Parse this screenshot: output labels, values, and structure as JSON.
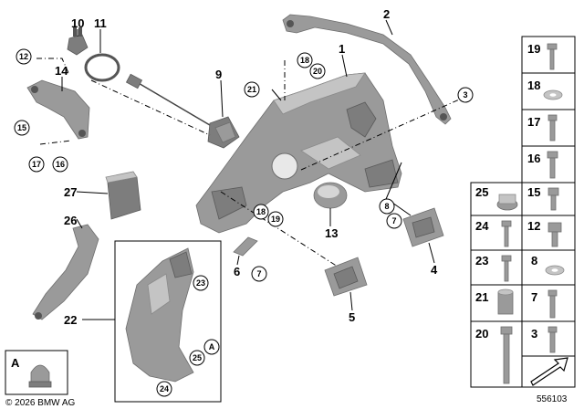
{
  "labels": {
    "p1": "1",
    "p2": "2",
    "p3": "3",
    "p4": "4",
    "p5": "5",
    "p6": "6",
    "p7a": "7",
    "p7b": "7",
    "p8": "8",
    "p9": "9",
    "p10": "10",
    "p11": "11",
    "p12": "12",
    "p13": "13",
    "p14": "14",
    "p15": "15",
    "p16": "16",
    "p17": "17",
    "p18a": "18",
    "p18b": "18",
    "p19": "19",
    "p20": "20",
    "p21": "21",
    "p22": "22",
    "p23": "23",
    "p24": "24",
    "p25": "25",
    "p26": "26",
    "p27": "27",
    "pA": "A"
  },
  "table": {
    "cells": [
      "19",
      "18",
      "17",
      "16",
      "25",
      "15",
      "24",
      "12",
      "23",
      "8",
      "21",
      "7",
      "20",
      "3"
    ]
  },
  "inset": {
    "label": "A"
  },
  "footer": {
    "copyright": "© 2026 BMW AG",
    "diagram_id": "556103"
  }
}
